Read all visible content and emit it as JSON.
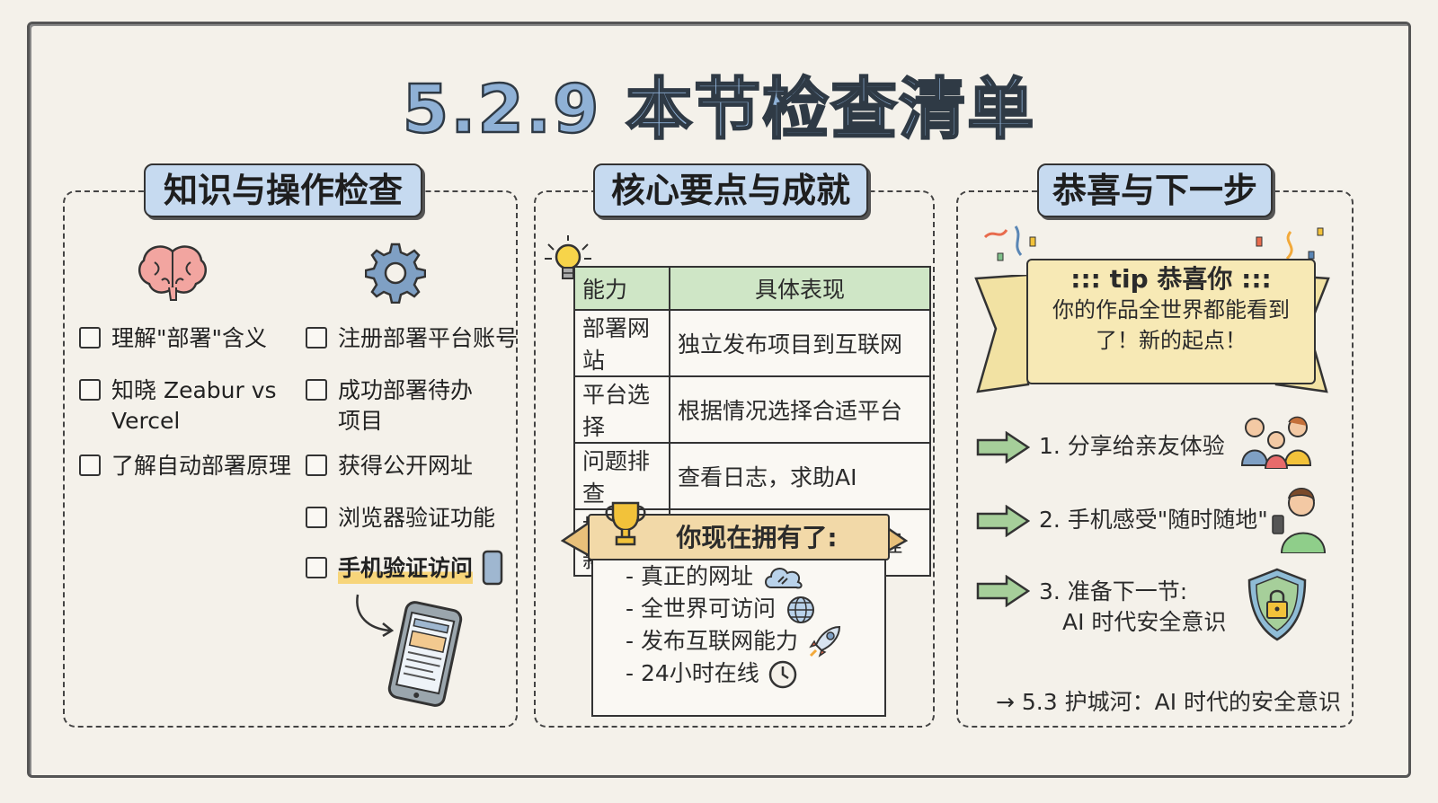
{
  "title": "5.2.9 本节检查清单",
  "panel1": {
    "heading": "知识与操作检查",
    "left_items": [
      "理解\"部署\"含义",
      "知晓 Zeabur vs Vercel",
      "了解自动部署原理"
    ],
    "right_items": [
      "注册部署平台账号",
      "成功部署待办项目",
      "获得公开网址",
      "浏览器验证功能",
      "手机验证访问"
    ]
  },
  "panel2": {
    "heading": "核心要点与成就",
    "table_headers": [
      "能力",
      "具体表现"
    ],
    "rows": [
      [
        "部署网站",
        "独立发布项目到互联网"
      ],
      [
        "平台选择",
        "根据情况选择合适平台"
      ],
      [
        "问题排查",
        "查看日志，求助AI"
      ],
      [
        "持续更新",
        "理解 Push 即部署流程"
      ]
    ],
    "ribbon": "你现在拥有了:",
    "owned": [
      "- 真正的网址",
      "- 全世界可访问",
      "- 发布互联网能力",
      "- 24小时在线"
    ]
  },
  "panel3": {
    "heading": "恭喜与下一步",
    "tip_title": "::: tip 恭喜你 :::",
    "tip_line1": "你的作品全世界都能看到",
    "tip_line2": "了！新的起点！",
    "steps": [
      "1. 分享给亲友体验",
      "2. 手机感受\"随时随地\"",
      "3. 准备下一节:",
      "AI 时代安全意识"
    ],
    "next": "→ 5.3 护城河：AI 时代的安全意识"
  },
  "colors": {
    "title_fill": "#8fb1d6",
    "tab_fill": "#c6daf0",
    "table_header": "#cfe6c6",
    "ribbon": "#f2d9a8",
    "banner": "#f7e9b5",
    "highlight": "#f7d57a"
  }
}
